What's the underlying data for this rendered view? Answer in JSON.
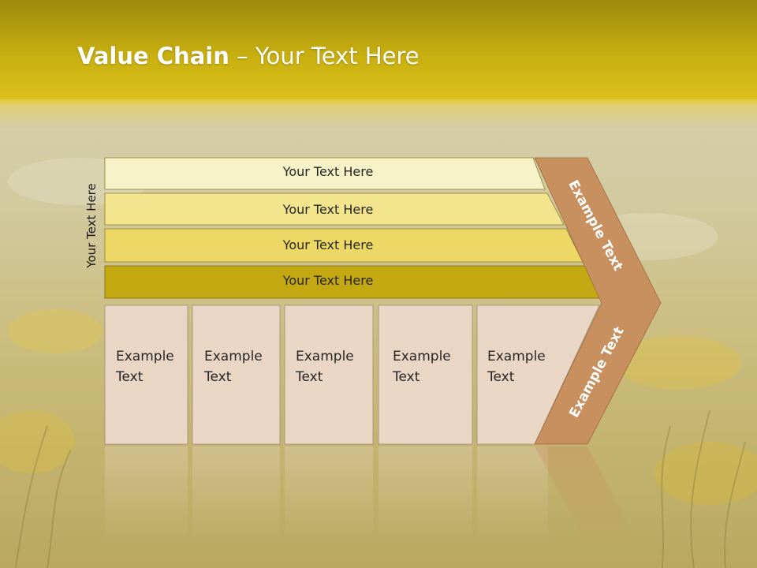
{
  "title": {
    "bold": "Value Chain",
    "rest": " – Your Text Here"
  },
  "side_label": "Your Text Here",
  "bars": [
    {
      "label": "Your Text Here"
    },
    {
      "label": "Your Text Here"
    },
    {
      "label": "Your Text Here"
    },
    {
      "label": "Your Text Here"
    }
  ],
  "boxes": [
    {
      "line1": "Example",
      "line2": "Text"
    },
    {
      "line1": "Example",
      "line2": "Text"
    },
    {
      "line1": "Example",
      "line2": "Text"
    },
    {
      "line1": "Example",
      "line2": "Text"
    },
    {
      "line1": "Example",
      "line2": "Text"
    }
  ],
  "chevron": {
    "upper": "Example Text",
    "lower": "Example Text"
  },
  "colors": {
    "header": "#c8b011",
    "bar1": "#f8f2c8",
    "bar2": "#f3e48e",
    "bar3": "#eed865",
    "bar4": "#c3a812",
    "box": "#ead6c4",
    "chevron": "#c88f5f"
  }
}
